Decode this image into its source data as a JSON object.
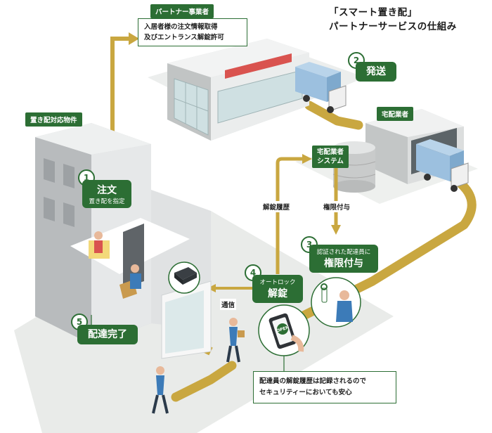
{
  "title": {
    "line1": "「スマート置き配」",
    "line2": "パートナーサービスの仕組み"
  },
  "partner": {
    "tag": "パートナー事業者",
    "desc_line1": "入居者様の注文情報取得",
    "desc_line2": "及びエントランス解錠許可"
  },
  "property": {
    "tag": "置き配対応物件"
  },
  "delivery_company": {
    "tag": "宅配業者"
  },
  "system": {
    "tag_line1": "宅配業者",
    "tag_line2": "システム"
  },
  "steps": [
    {
      "num": "1",
      "title": "注文",
      "sub": "置き配を指定"
    },
    {
      "num": "2",
      "title": "発送",
      "sub": ""
    },
    {
      "num": "3",
      "title": "権限付与",
      "sub": "認証された配達員に"
    },
    {
      "num": "4",
      "title": "解錠",
      "sub": "オートロック"
    },
    {
      "num": "5",
      "title": "配達完了",
      "sub": ""
    }
  ],
  "flow_labels": {
    "unlock_history": "解錠履歴",
    "grant": "権限付与",
    "comms": "通信"
  },
  "phone": {
    "button": "OPEN"
  },
  "note": {
    "line1": "配達員の解錠履歴は記録されるので",
    "line2": "セキュリティーにおいても安心"
  },
  "colors": {
    "accent_green": "#2c6e34",
    "path_gold": "#c9a740",
    "building_gray": "#c8cacb",
    "ground": "#e9ebe9"
  }
}
